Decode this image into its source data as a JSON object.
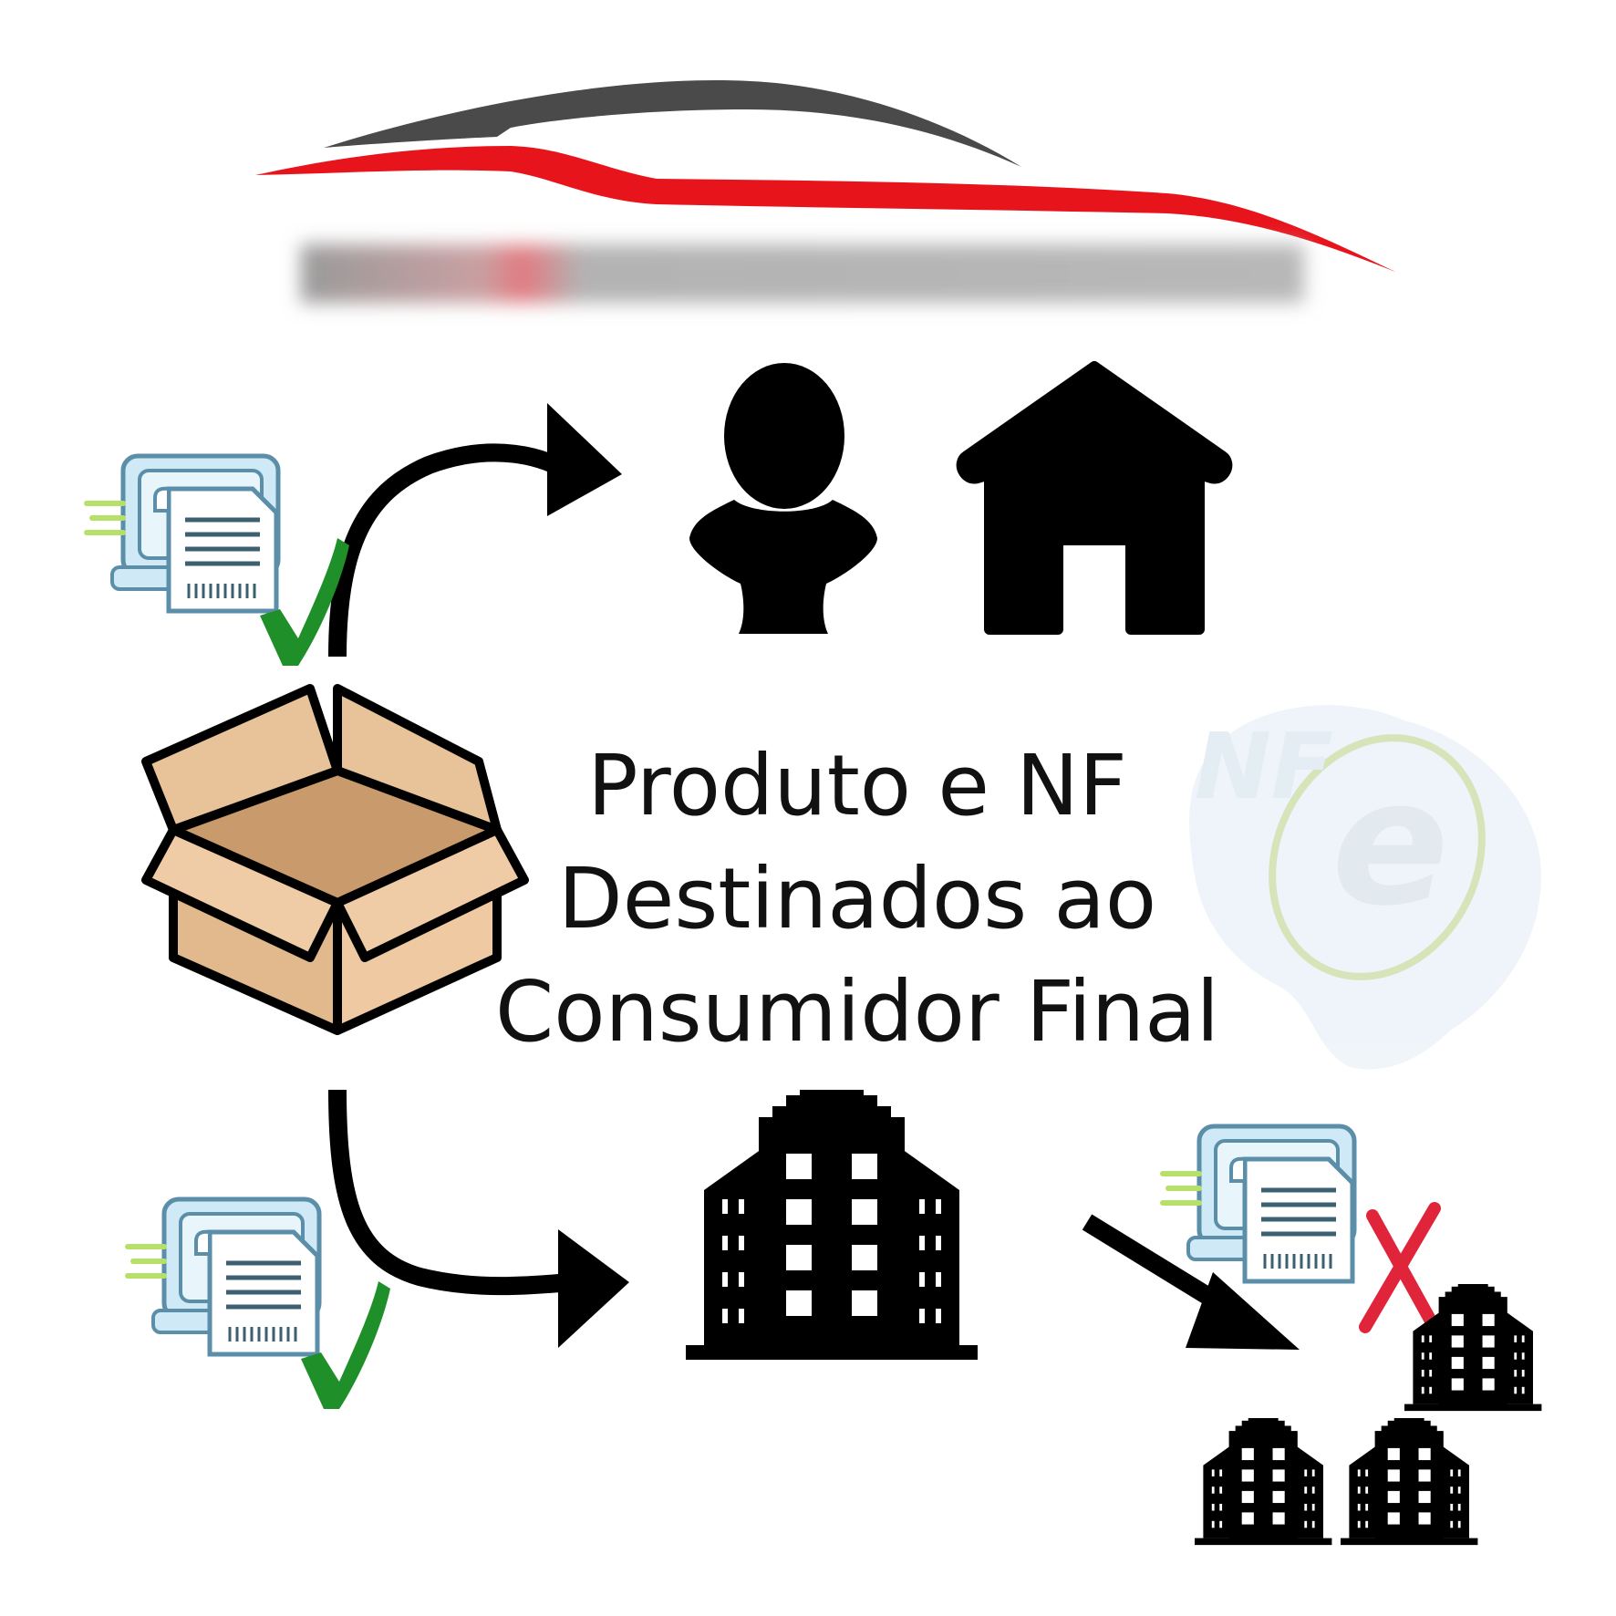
{
  "caption": {
    "line1": "Produto e NF",
    "line2": "Destinados ao",
    "line3": "Consumidor Final"
  },
  "watermark": {
    "letters": "NF",
    "letter_e": "e"
  },
  "icons": {
    "logo": "sports-car-swoosh-logo",
    "box": "open-cardboard-box-icon",
    "person": "person-bust-icon",
    "house": "house-icon",
    "building": "office-building-icon",
    "invoice_ok": "e-invoice-check-icon",
    "invoice_denied": "e-invoice-x-icon"
  },
  "colors": {
    "ink": "#000000",
    "logo_red": "#e8141c",
    "logo_gray": "#4a4a4a",
    "box_fill": "#e8c39a",
    "check_green": "#1f8f2a",
    "cross_red": "#e0243a",
    "invoice_blue": "#a9d6ec",
    "invoice_stroke": "#5b8ea8"
  }
}
